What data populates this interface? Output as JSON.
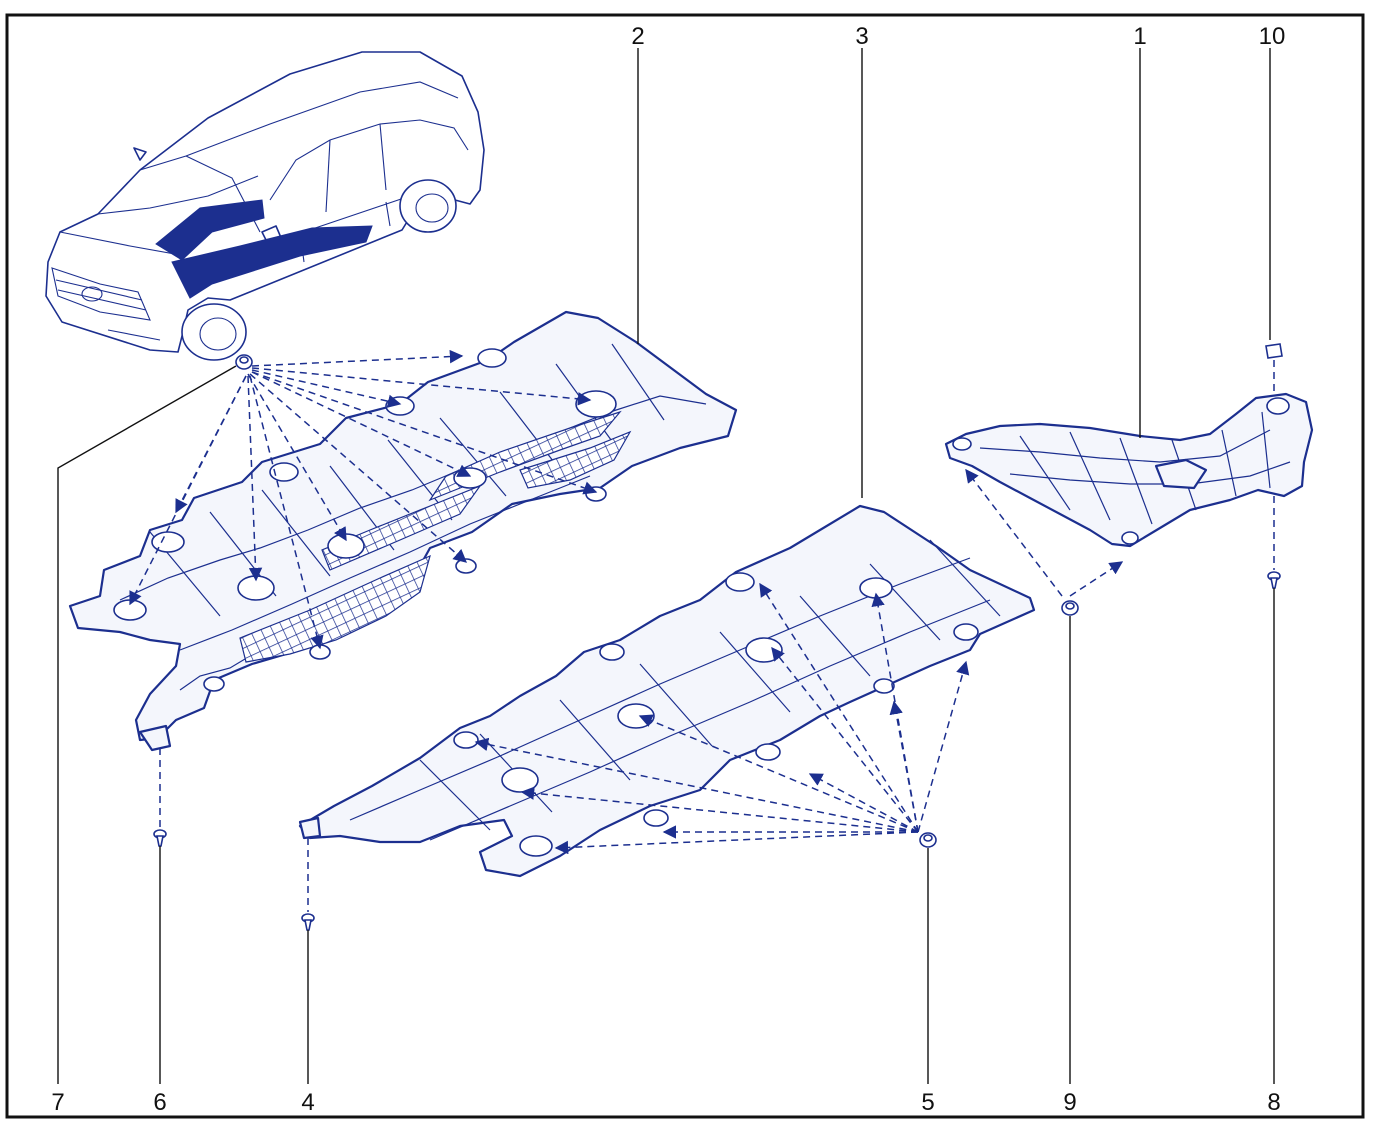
{
  "callouts": {
    "c1": "1",
    "c2": "2",
    "c3": "3",
    "c4": "4",
    "c5": "5",
    "c6": "6",
    "c7": "7",
    "c8": "8",
    "c9": "9",
    "c10": "10"
  },
  "colors": {
    "line": "#1c2f8f",
    "text": "#111111",
    "background": "#ffffff"
  }
}
